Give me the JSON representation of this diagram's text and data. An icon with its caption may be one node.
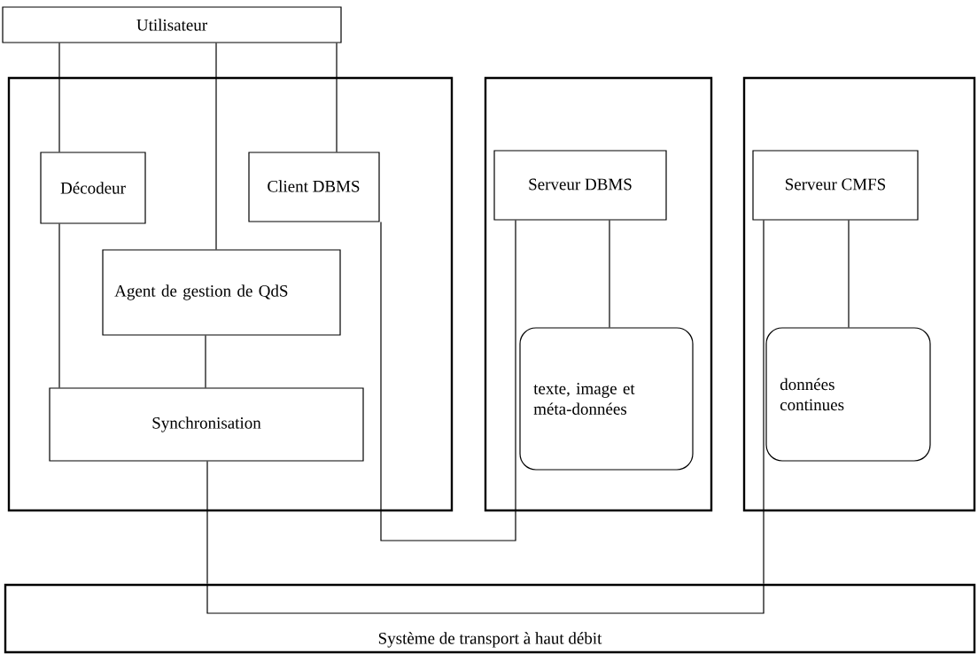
{
  "diagram": {
    "nodes": [
      {
        "text": [
          "Utilisateur"
        ]
      },
      {
        "text": [],
        "shape": "box"
      },
      {
        "text": [
          "Décodeur"
        ],
        "in": 1
      },
      {
        "text": [
          "Client DBMS"
        ],
        "in": 1
      },
      {
        "text": [
          "Agent de gestion de QdS"
        ],
        "in": 1
      },
      {
        "text": [
          "Synchronisation"
        ],
        "in": 1
      },
      {
        "text": [],
        "shape": "box"
      },
      {
        "text": [
          "Serveur DBMS"
        ],
        "in": 6
      },
      {
        "text": [
          "texte, image et méta-données"
        ],
        "in": 6
      },
      {
        "text": [],
        "shape": "box"
      },
      {
        "text": [
          "Serveur CMFS"
        ],
        "in": 9
      },
      {
        "text": [
          "données continues"
        ],
        "in": 9
      },
      {
        "text": [
          "Système de transport à haut débit"
        ]
      }
    ],
    "edges": [
      {
        "from": 0,
        "to": 2,
        "arrow": "none"
      },
      {
        "from": 0,
        "to": 4,
        "arrow": "none"
      },
      {
        "from": 0,
        "to": 3,
        "arrow": "none"
      },
      {
        "from": 2,
        "to": 5,
        "arrow": "none"
      },
      {
        "from": 4,
        "to": 5,
        "arrow": "none"
      },
      {
        "from": 3,
        "to": 7,
        "arrow": "none"
      },
      {
        "from": 7,
        "to": 8,
        "arrow": "none"
      },
      {
        "from": 5,
        "to": 12,
        "arrow": "none"
      },
      {
        "from": 10,
        "to": 12,
        "arrow": "none"
      },
      {
        "from": 10,
        "to": 11,
        "arrow": "none"
      }
    ]
  }
}
